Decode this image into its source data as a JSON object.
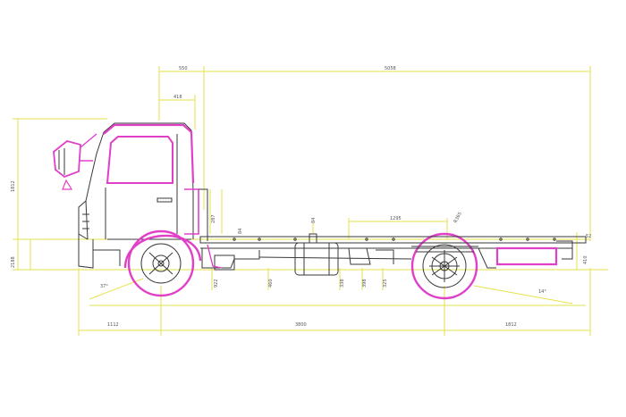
{
  "colors": {
    "dimension": "#e6e24a",
    "outline": "#3a3a3a",
    "highlight": "#e040c8",
    "background": "#ffffff"
  },
  "dimensions": {
    "front_overhang_top": "550",
    "overall_right": "5058",
    "cab_depth": "418",
    "overall_height": "1812",
    "front_overhang": "1112",
    "wheelbase": "3800",
    "rear_overhang": "1812",
    "tank_spacing": "1295",
    "rear_height": "410",
    "small_a": "287",
    "small_b": "84",
    "small_c": "84",
    "small_d": "922",
    "small_e": "460",
    "small_f": "338",
    "small_g": "398",
    "small_h": "325",
    "left_a": "2188",
    "angle_front": "37°",
    "angle_rear": "14°",
    "rear_note": "R365",
    "right_a": "52"
  }
}
